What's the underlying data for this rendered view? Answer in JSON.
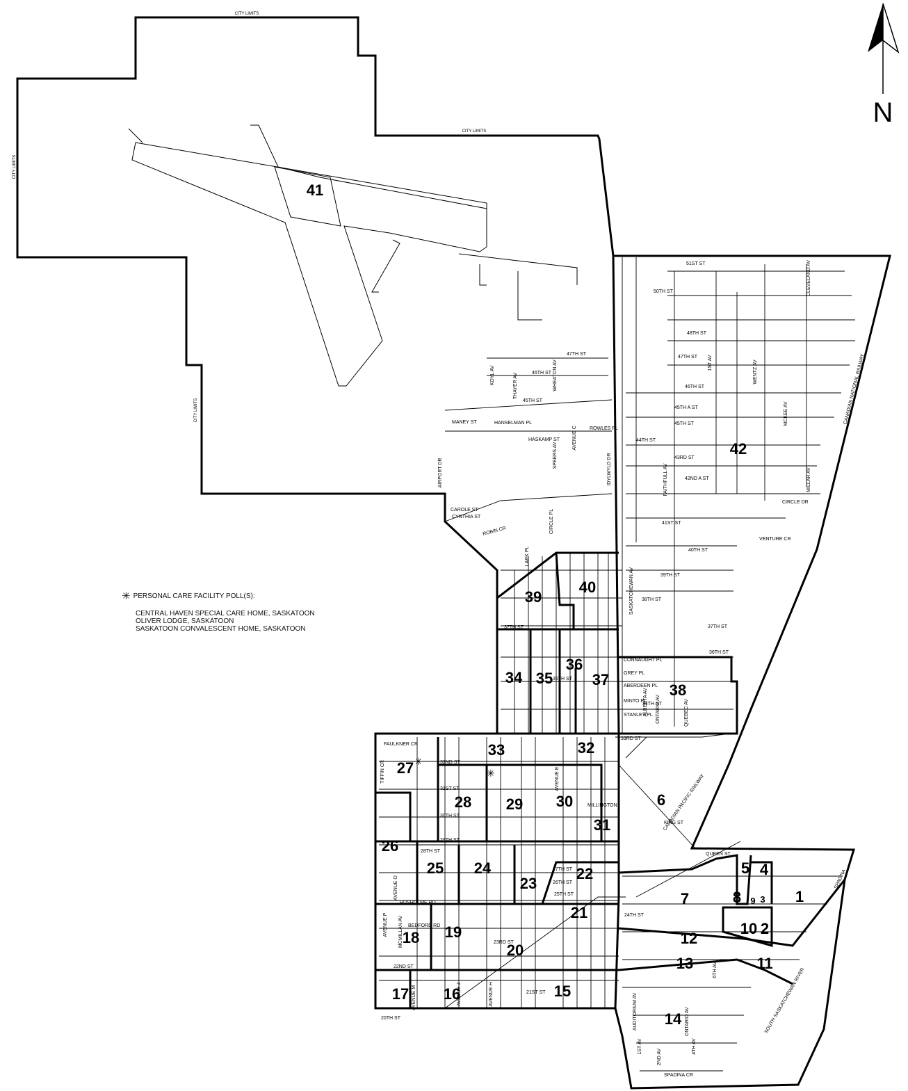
{
  "map": {
    "north_label": "N",
    "city_limits_label": "CITY LIMITS",
    "legend": {
      "title": "PERSONAL CARE FACILITY POLL(S):",
      "symbol": "star-asterisk",
      "facilities": [
        "CENTRAL HAVEN SPECIAL CARE HOME, SASKATOON",
        "OLIVER LODGE, SASKATOON",
        "SASKATOON CONVALESCENT HOME, SASKATOON"
      ]
    },
    "polls": [
      "1",
      "2",
      "3",
      "4",
      "5",
      "6",
      "7",
      "8",
      "9",
      "10",
      "11",
      "12",
      "13",
      "14",
      "15",
      "16",
      "17",
      "18",
      "19",
      "20",
      "21",
      "22",
      "23",
      "24",
      "25",
      "26",
      "27",
      "28",
      "29",
      "30",
      "31",
      "32",
      "33",
      "34",
      "35",
      "36",
      "37",
      "38",
      "39",
      "40",
      "41",
      "42"
    ],
    "streets": {
      "s51": "51ST ST",
      "s50": "50TH ST",
      "s48": "48TH ST",
      "s47": "47TH ST",
      "s46": "46TH ST",
      "s45a": "45TH A ST",
      "s45": "45TH ST",
      "s44": "44TH ST",
      "s43": "43RD ST",
      "s42a": "42ND A ST",
      "s41": "41ST ST",
      "s40": "40TH ST",
      "s39": "39TH ST",
      "s38": "38TH ST",
      "s37": "37TH ST",
      "s36": "36TH ST",
      "s35": "35TH ST",
      "s34": "34TH ST",
      "s33": "33RD ST",
      "s32": "32ND ST",
      "s31": "31ST ST",
      "s30": "30TH ST",
      "s29": "29TH ST",
      "s28": "28TH ST",
      "s27": "27TH ST",
      "s26": "26TH ST",
      "s25": "25TH ST",
      "s24": "24TH ST",
      "s23": "23RD ST",
      "s22": "22ND ST",
      "s21": "21ST ST",
      "s20": "20TH ST",
      "circle": "CIRCLE DR",
      "venture": "VENTURE CR",
      "haskamp": "HASKAMP ST",
      "maney": "MANEY ST",
      "airport": "AIRPORT DR",
      "robin": "ROBIN CR",
      "lark": "LARK PL",
      "circlepl": "CIRCLE PL",
      "spadina": "SPADINA",
      "spadinacr": "SPADINA CR",
      "queen": "QUEEN ST",
      "king": "KING ST",
      "faithfull": "FAITHFULL AV",
      "millar": "MILLAR AV",
      "mckee": "MCKEE AV",
      "wentz": "WENTZ AV",
      "cleveland": "CLEVELAND AV",
      "first": "1ST AV",
      "second": "2ND AV",
      "fourth": "4TH AV",
      "sixth": "6TH AV",
      "ontario": "ONTARIO AV",
      "quebec": "QUEBEC AV",
      "alberta": "ALBERTA AV",
      "saskav": "SASKATCHEWAN AV",
      "idylwyld": "IDYLWYLD DR",
      "avp": "AVENUE P",
      "avo": "AVENUE O",
      "avc": "AVENUE C",
      "ave": "AVENUE E",
      "avh": "AVENUE H",
      "avj": "AVENUE J",
      "avm": "AVENUE M",
      "mcmillan": "MCMILLAN AV",
      "bedford": "BEDFORD RD",
      "rusholme": "RUSHOLME RD",
      "faulkner": "FAULKNER CR",
      "tiffin": "TIFFIN CR",
      "auditorium": "AUDITORIUM AV",
      "millington": "MILLINGTON",
      "connaught": "CONNAUGHT PL",
      "aberdeen": "ABERDEEN PL",
      "stanley": "STANLEY PL",
      "grey": "GREY PL",
      "minto": "MINTO PL",
      "cpr": "CANADIAN PACIFIC RAILWAY",
      "cnr": "CANADIAN NATIONAL RAILWAY",
      "river": "SOUTH SASKATCHEWAN RIVER",
      "hanselman": "HANSELMAN PL",
      "speers": "SPEERS AV",
      "koyl": "KOYL AV",
      "thayer": "THAYER AV",
      "wheaton": "WHEATON AV",
      "rowles": "ROWLES PL",
      "carole": "CAROLE ST",
      "cynthia": "CYNTHIA ST"
    }
  }
}
